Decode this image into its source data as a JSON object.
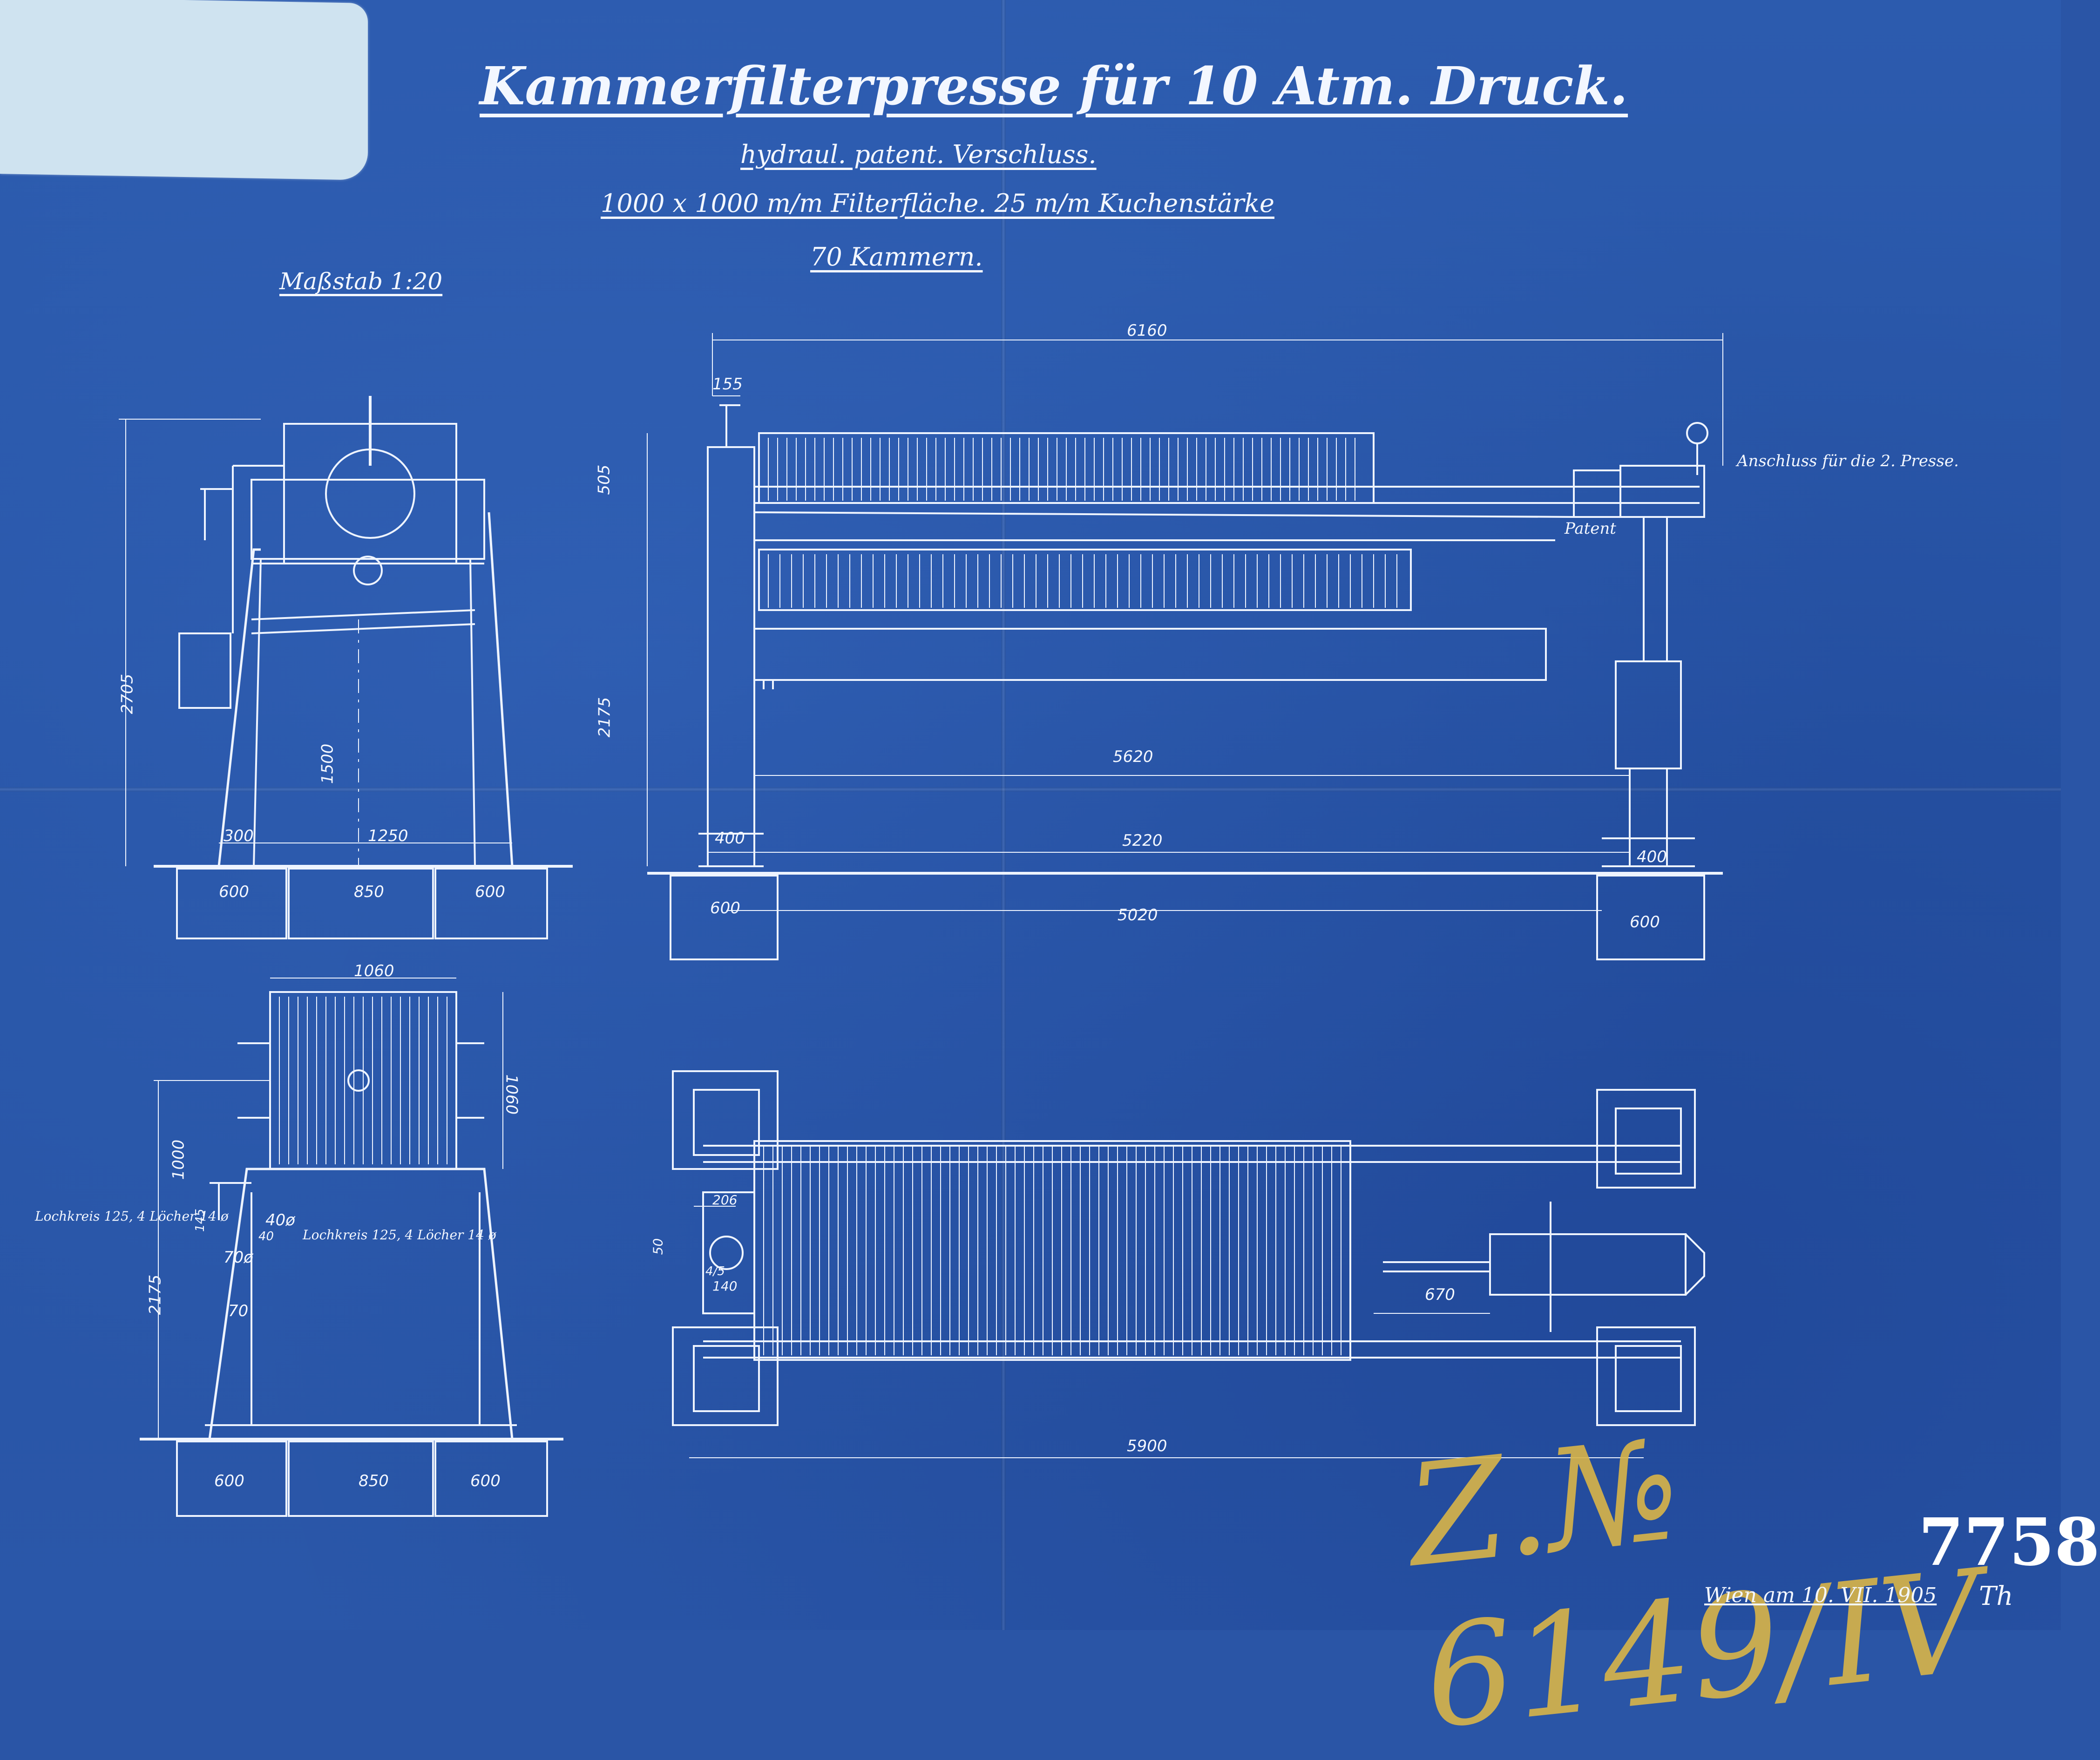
{
  "title": "Kammerfilterpresse für 10 Atm. Druck.",
  "subtitle_1": "hydraul. patent. Verschluss.",
  "subtitle_2": "1000 x 1000 m/m Filterfläche. 25 m/m Kuchenstärke",
  "subtitle_3": "70 Kammern.",
  "scale_label": "Maßstab 1:20",
  "connection_note": "Anschluss für die 2. Presse.",
  "patent_label": "Patent",
  "hole_note_1": "Lochkreis 125, 4 Löcher 14 ø",
  "hole_note_2": "Lochkreis 125, 4 Löcher 14 ø",
  "dimensions": {
    "front_height": "2705",
    "front_axis": "1500",
    "front_base_left": "300",
    "front_base_width": "1250",
    "front_found_left": "600",
    "front_found_mid": "850",
    "front_found_right": "600",
    "side_overall": "6160",
    "side_top": "155",
    "side_upper": "505",
    "side_height": "2175",
    "side_length_1": "5620",
    "side_length_2": "5220",
    "side_length_3": "5020",
    "side_base_left": "400",
    "side_base_right": "400",
    "side_found_left": "600",
    "side_found_right": "600",
    "plan_width": "1060",
    "plan_depth": "1060",
    "plan_height": "1000",
    "plan_h1": "145",
    "plan_h2": "2175",
    "plan_d1": "40ø",
    "plan_d2": "40",
    "plan_d3": "70",
    "plan_d4": "70ø",
    "plan_found_left": "600",
    "plan_found_mid": "850",
    "plan_found_right": "600",
    "top_206": "206",
    "top_50": "50",
    "top_415": "4/5",
    "top_140": "140",
    "top_670": "670",
    "top_length": "5900"
  },
  "pencil_note": "Z.№ 6149/IV",
  "stamp_number": "7758",
  "signature": "Wien am 10. VII. 1905",
  "initials": "Th"
}
